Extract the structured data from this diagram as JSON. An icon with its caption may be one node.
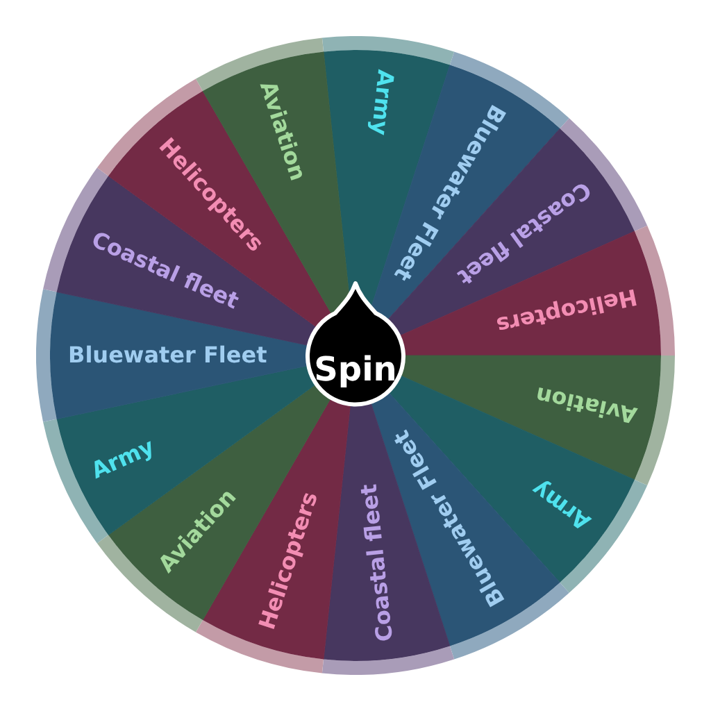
{
  "diagram": {
    "nodes": [
      {
        "text": [
          "Army"
        ]
      },
      {
        "text": [
          "Bluewater Fleet"
        ]
      },
      {
        "text": [
          "Coastal fleet"
        ]
      },
      {
        "text": [
          "Helicopters"
        ]
      },
      {
        "text": [
          "Aviation"
        ]
      },
      {
        "text": [
          "Army"
        ]
      },
      {
        "text": [
          "Bluewater Fleet"
        ]
      },
      {
        "text": [
          "Coastal fleet"
        ]
      },
      {
        "text": [
          "Helicopters"
        ]
      },
      {
        "text": [
          "Aviation"
        ]
      },
      {
        "text": [
          "Army"
        ]
      },
      {
        "text": [
          "Bluewater Fleet"
        ]
      },
      {
        "text": [
          "Coastal fleet"
        ]
      },
      {
        "text": [
          "Helicopters"
        ]
      },
      {
        "text": [
          "Aviation"
        ]
      },
      {
        "text": [
          "Spin"
        ]
      }
    ]
  }
}
